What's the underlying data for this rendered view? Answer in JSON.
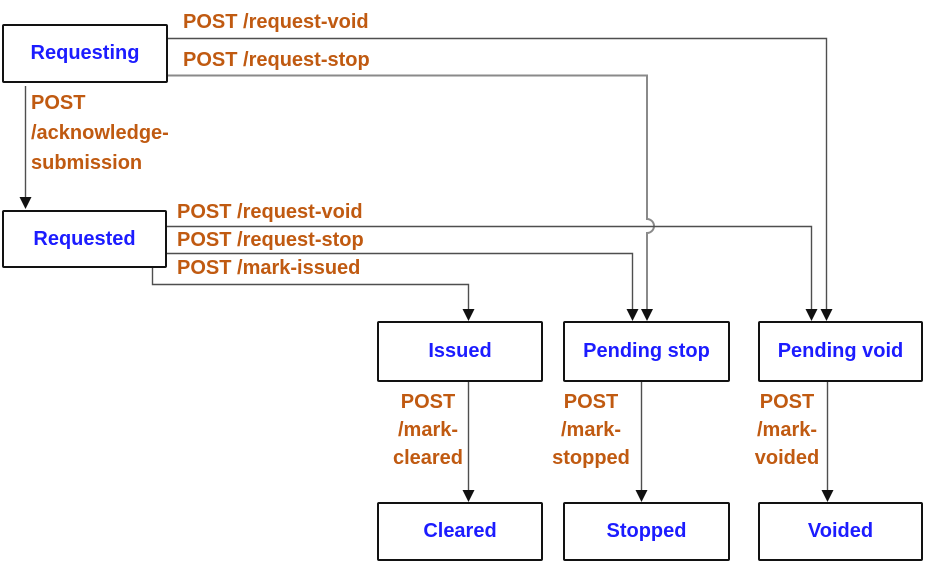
{
  "diagram_type": "state-machine",
  "colors": {
    "state_text": "#1c1cff",
    "edge_label": "#c05a11",
    "box_border": "#121212",
    "line": "#4f4f4f",
    "arrow": "#111111"
  },
  "states": [
    {
      "id": "requesting",
      "label": "Requesting"
    },
    {
      "id": "requested",
      "label": "Requested"
    },
    {
      "id": "issued",
      "label": "Issued"
    },
    {
      "id": "pending-stop",
      "label": "Pending stop"
    },
    {
      "id": "pending-void",
      "label": "Pending void"
    },
    {
      "id": "cleared",
      "label": "Cleared"
    },
    {
      "id": "stopped",
      "label": "Stopped"
    },
    {
      "id": "voided",
      "label": "Voided"
    }
  ],
  "edges": [
    {
      "from": "requesting",
      "to": "pending-void",
      "label": "POST /request-void"
    },
    {
      "from": "requesting",
      "to": "pending-stop",
      "label": "POST /request-stop"
    },
    {
      "from": "requesting",
      "to": "requested",
      "label": "POST\n/acknowledge-\nsubmission"
    },
    {
      "from": "requested",
      "to": "pending-void",
      "label": "POST /request-void"
    },
    {
      "from": "requested",
      "to": "pending-stop",
      "label": "POST /request-stop"
    },
    {
      "from": "requested",
      "to": "issued",
      "label": "POST /mark-issued"
    },
    {
      "from": "issued",
      "to": "cleared",
      "label": "POST\n/mark-\ncleared"
    },
    {
      "from": "pending-stop",
      "to": "stopped",
      "label": "POST\n/mark-\nstopped"
    },
    {
      "from": "pending-void",
      "to": "voided",
      "label": "POST\n/mark-\nvoided"
    }
  ]
}
